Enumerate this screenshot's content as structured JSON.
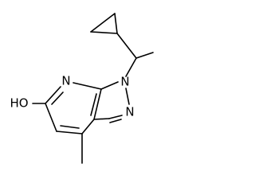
{
  "molecule": {
    "atoms": {
      "hydroxyl": "HO",
      "n_pyridine": "N",
      "n1_pyrazole": "N",
      "n2_pyrazole": "N"
    },
    "colors": {
      "bond": "#000000",
      "label": "#000000",
      "background": "#ffffff"
    }
  }
}
